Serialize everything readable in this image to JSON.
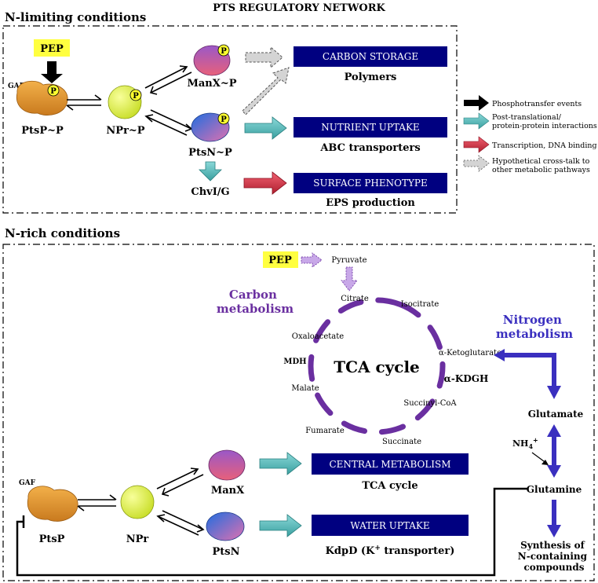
{
  "title": "PTS REGULATORY NETWORK",
  "sections": {
    "limiting": "N-limiting conditions",
    "rich": "N-rich conditions"
  },
  "limiting": {
    "pep": "PEP",
    "gaf": "GAF",
    "p": "P",
    "ptsp": "PtsP~P",
    "npr": "NPr~P",
    "manx": "ManX~P",
    "ptsn": "PtsN~P",
    "chvi": "ChvI/G",
    "box_carbon": "CARBON STORAGE",
    "sub_carbon": "Polymers",
    "box_nutrient": "NUTRIENT UPTAKE",
    "sub_nutrient": "ABC transporters",
    "box_surface": "SURFACE PHENOTYPE",
    "sub_surface": "EPS production"
  },
  "legend": [
    {
      "type": "black",
      "label": "Phosphotransfer events"
    },
    {
      "type": "teal",
      "label": "Post-translational/ protein-protein interactions"
    },
    {
      "type": "red",
      "label": "Transcription, DNA binding"
    },
    {
      "type": "dashed",
      "label": "Hypothetical cross-talk to other metabolic pathways"
    }
  ],
  "rich": {
    "pep": "PEP",
    "pyruvate": "Pyruvate",
    "citrate": "Citrate",
    "isocitrate": "Isocitrate",
    "akg": "α-Ketoglutarate",
    "kdgh": "α-KDGH",
    "succoa": "Succinyl-CoA",
    "succinate": "Succinate",
    "fumarate": "Fumarate",
    "malate": "Malate",
    "oxalo": "Oxaloacetate",
    "mdh": "MDH",
    "tca": "TCA cycle",
    "carbon_met": "Carbon metabolism",
    "nitrogen_met": "Nitrogen metabolism",
    "glutamate": "Glutamate",
    "nh4": "NH4+",
    "glutamine": "Glutamine",
    "synthesis": "Synthesis of N-containing compounds",
    "gaf": "GAF",
    "ptsp": "PtsP",
    "npr": "NPr",
    "manx": "ManX",
    "ptsn": "PtsN",
    "box_central": "CENTRAL METABOLISM",
    "sub_central": "TCA cycle",
    "box_water": "WATER UPTAKE",
    "sub_water": "KdpD (K+ transporter)"
  },
  "colors": {
    "navy_box": "#000080",
    "teal_arrow": "#5bbcbc",
    "red_arrow": "#d0384a",
    "purple": "#6a2fa0",
    "blue": "#3a2fbf",
    "yellow": "#ffff40"
  }
}
